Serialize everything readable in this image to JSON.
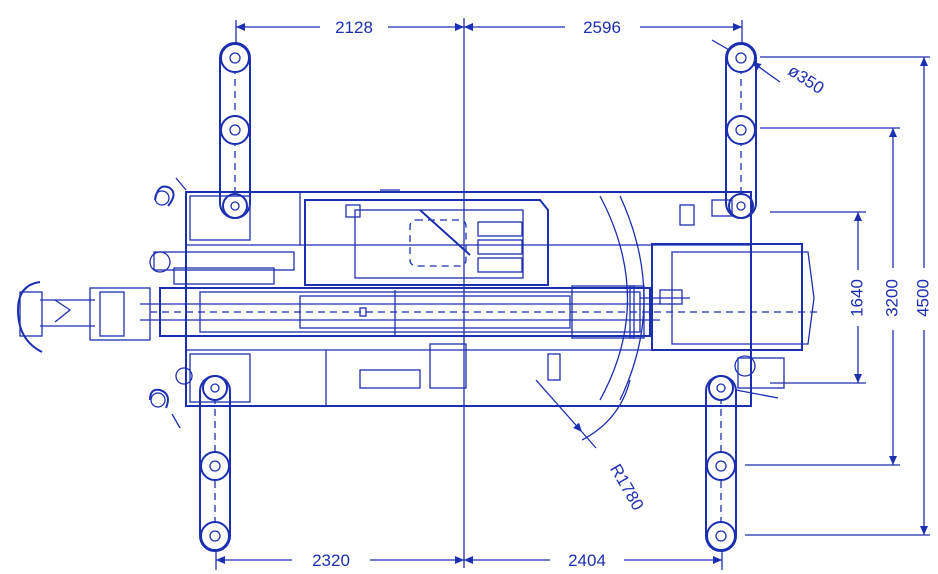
{
  "dimensions": {
    "top_left": "2128",
    "top_right": "2596",
    "bottom_left": "2320",
    "bottom_right": "2404",
    "pad_diameter": "ø350",
    "height_inner": "1640",
    "height_mid": "3200",
    "height_outer": "4500",
    "turning_radius": "R1780"
  },
  "colors": {
    "line": "#1c2fb0",
    "background": "#ffffff"
  }
}
